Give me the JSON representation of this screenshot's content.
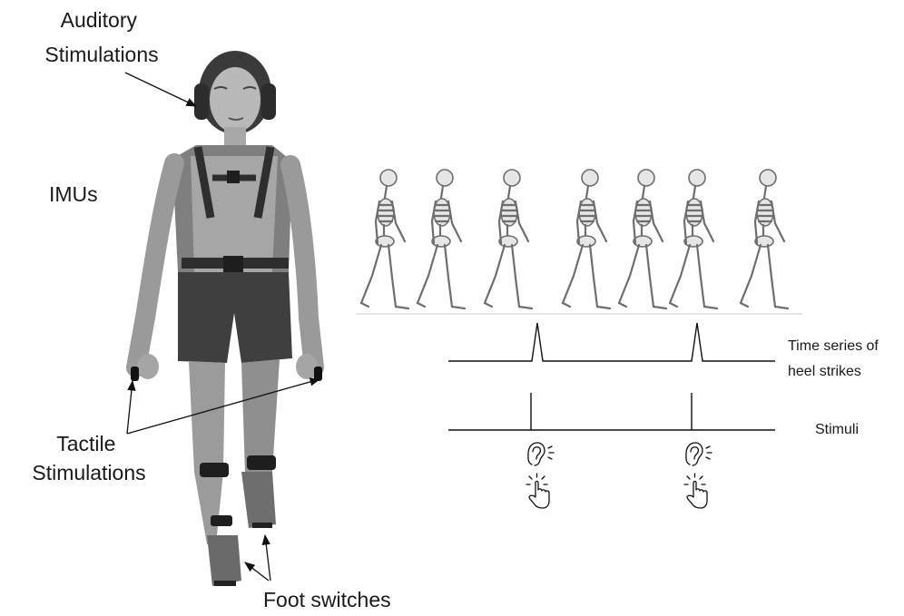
{
  "labels": {
    "auditory": [
      "Auditory",
      "Stimulations"
    ],
    "imus": "IMUs",
    "tactile": [
      "Tactile",
      "Stimulations"
    ],
    "foot_switches": "Foot switches",
    "heel_strikes": [
      "Time series of",
      "heel strikes"
    ],
    "stimuli": "Stimuli"
  },
  "icons": {
    "ear": "ear-icon",
    "touch": "touch-hand-icon",
    "skeleton": "walking-skeleton-icon"
  },
  "colors": {
    "line": "#111111",
    "skeleton": "#6e6e6e",
    "figure_dark": "#3a3a3a",
    "figure_mid": "#8c8c8c",
    "figure_light": "#bdbdbd"
  },
  "skeleton_count": 7,
  "stimulus_count": 2
}
